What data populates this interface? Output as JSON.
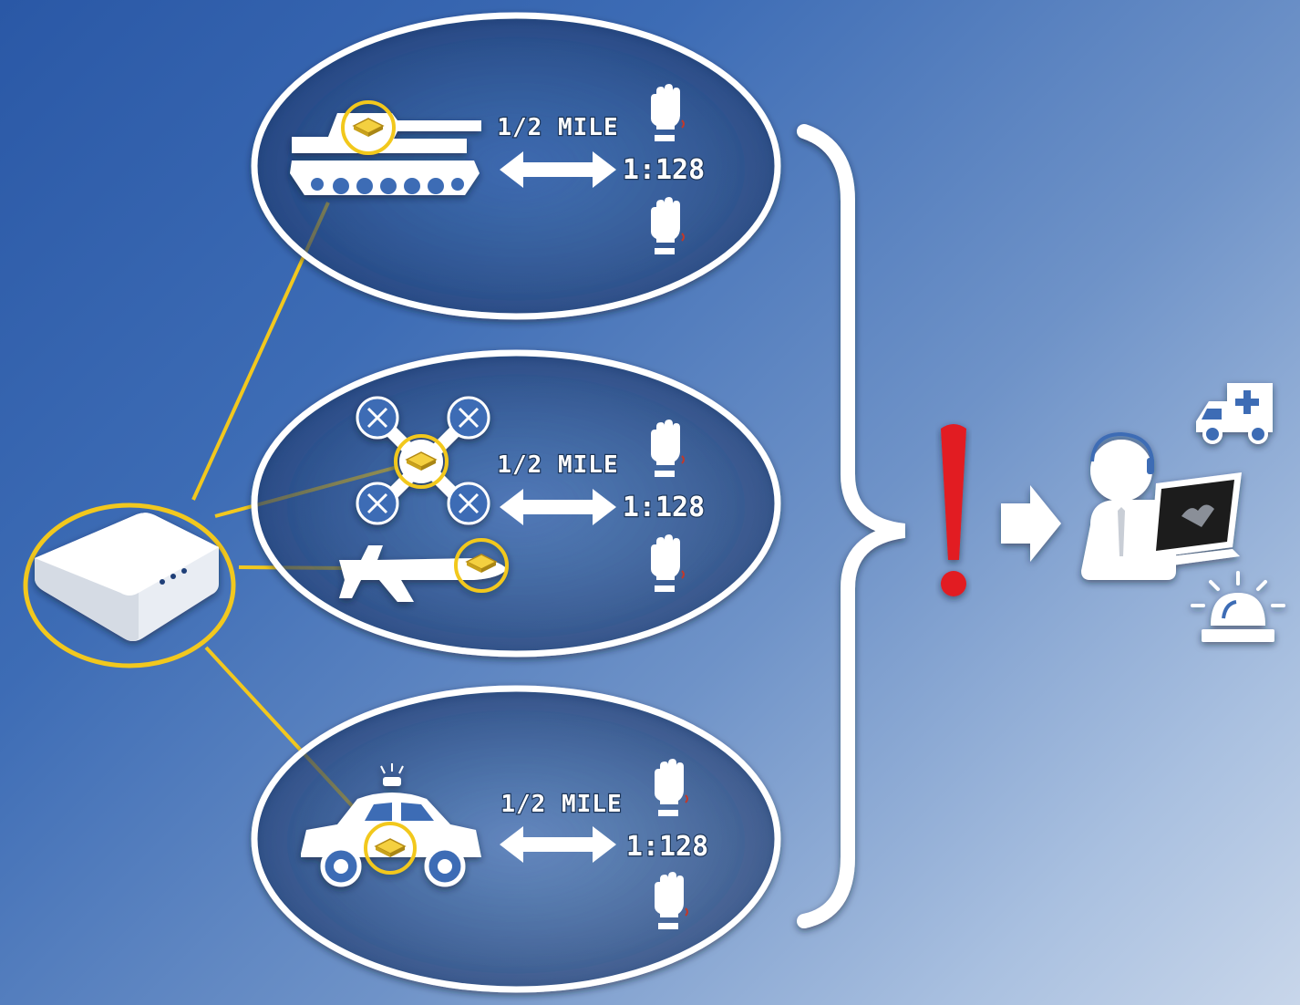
{
  "groups": [
    {
      "id": "tank",
      "icon": "tank-icon",
      "distance": "1/2 MILE",
      "ratio": "1:128"
    },
    {
      "id": "air",
      "icon": "drone-plane-icon",
      "distance": "1/2 MILE",
      "ratio": "1:128"
    },
    {
      "id": "police",
      "icon": "police-car-icon",
      "distance": "1/2 MILE",
      "ratio": "1:128"
    }
  ],
  "hub_icon": "gateway-hub-icon",
  "alert_icon": "exclamation-icon",
  "responder_icon": "operator-laptop-icon",
  "response_icons": [
    "ambulance-icon",
    "siren-icon"
  ],
  "colors": {
    "accent": "#f2c81e",
    "alert": "#e21b23",
    "background": "#3d6cb5",
    "icon": "#ffffff"
  }
}
